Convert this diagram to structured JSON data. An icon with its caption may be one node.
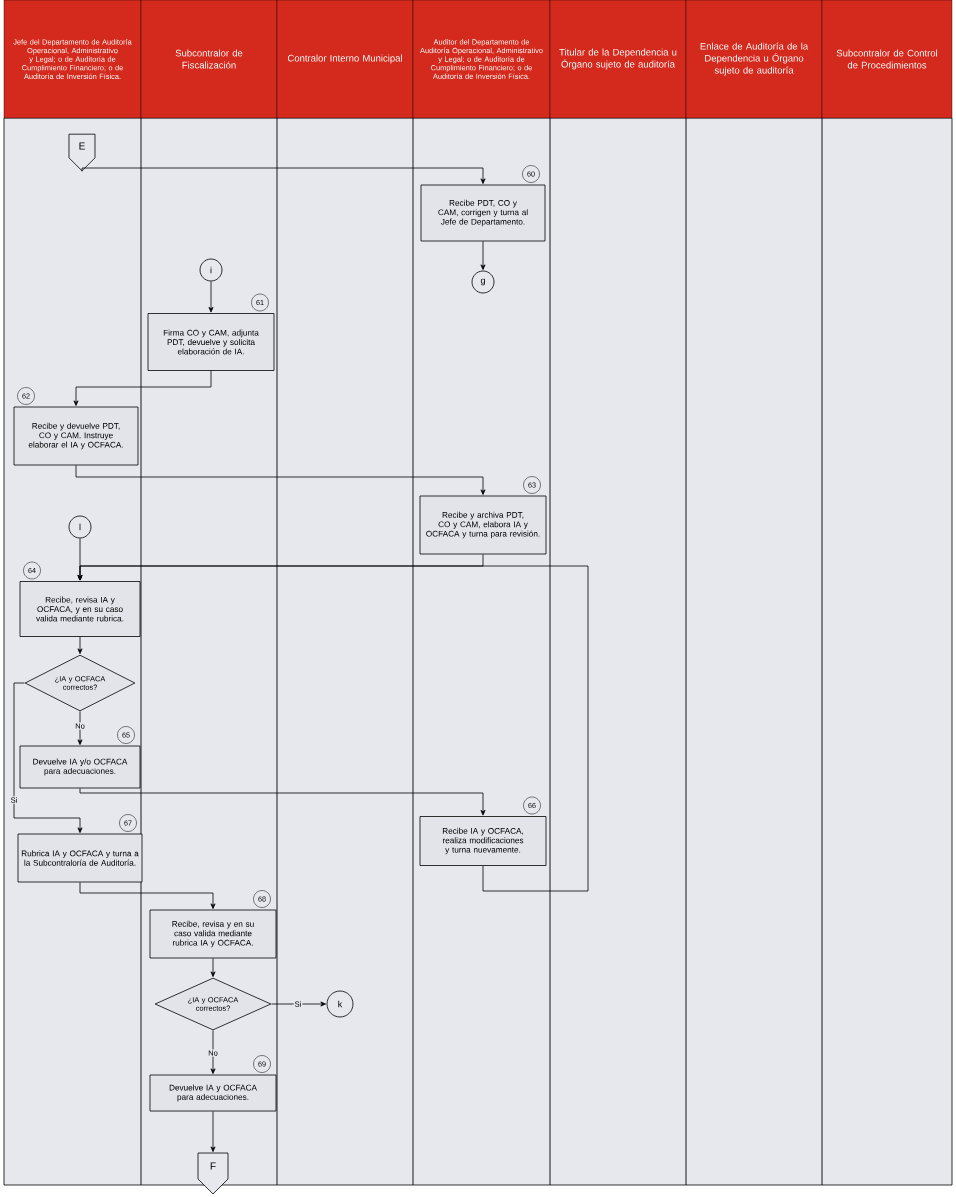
{
  "diagram": {
    "nodes": [
      {
        "text": [
          "Jefe del Departamento de Auditoría Operacional, Administrativo y Legal; o de Auditoría de Cumplimiento Financiero; o de Auditoría de Inversión Física."
        ]
      },
      {
        "text": [
          "Subcontralor de Fiscalización"
        ]
      },
      {
        "text": [
          "Contralor Interno Municipal"
        ]
      },
      {
        "text": [
          "Auditor del Departamento de Auditoría Operacional, Administrativo y Legal; o de Auditoría de Cumplimiento Financiero; o de Auditoría de Inversión Física."
        ]
      },
      {
        "text": [
          "Titular de la Dependencia u Órgano sujeto de auditoría"
        ]
      },
      {
        "text": [
          "Enlace de Auditoría de la Dependencia u Órgano sujeto de auditoría"
        ]
      },
      {
        "text": [
          "Subcontralor de Control de Procedimientos"
        ]
      },
      {
        "text": [
          "E"
        ]
      },
      {
        "text": [
          "Recibe PDT, CO y CAM, corrigen y turna al Jefe de Departamento."
        ],
        "beside": [
          "60"
        ]
      },
      {
        "text": [
          "g"
        ]
      },
      {
        "text": [
          "i"
        ]
      },
      {
        "text": [
          "Firma CO y CAM, adjunta PDT, devuelve y solicita elaboración de IA."
        ],
        "beside": [
          "61"
        ]
      },
      {
        "text": [
          "Recibe y devuelve PDT, CO y CAM. Instruye elaborar el IA y OCFACA."
        ],
        "beside": [
          "62"
        ]
      },
      {
        "text": [
          "Recibe y archiva PDT, CO y CAM, elabora IA y OCFACA y turna para revisión."
        ],
        "beside": [
          "63"
        ]
      },
      {
        "text": [
          "l"
        ]
      },
      {
        "text": [
          "Recibe, revisa IA y OCFACA, y en su caso valida mediante rubrica."
        ],
        "beside": [
          "64"
        ]
      },
      {
        "text": [
          "¿IA y OCFACA correctos?"
        ]
      },
      {
        "text": [
          "Devuelve IA y/o OCFACA para adecuaciones."
        ],
        "beside": [
          "65"
        ]
      },
      {
        "text": [
          "Recibe IA y OCFACA, realiza modificaciones y turna nuevamente."
        ],
        "beside": [
          "66"
        ]
      },
      {
        "text": [
          "Rubrica IA y OCFACA y turna a la Subcontraloría de Auditoría."
        ],
        "beside": [
          "67"
        ]
      },
      {
        "text": [
          "Recibe, revisa y en su caso valida mediante rubrica IA y OCFACA."
        ],
        "beside": [
          "68"
        ]
      },
      {
        "text": [
          "¿IA y OCFACA correctos?"
        ]
      },
      {
        "text": [
          "k"
        ]
      },
      {
        "text": [
          "Devuelve IA y OCFACA para adecuaciones."
        ],
        "beside": [
          "69"
        ]
      },
      {
        "text": [
          "F"
        ]
      }
    ],
    "edges": [
      {
        "from": 7,
        "to": 8,
        "arrow": "to"
      },
      {
        "from": 8,
        "to": 9,
        "arrow": "to"
      },
      {
        "from": 10,
        "to": 11,
        "arrow": "to"
      },
      {
        "from": 11,
        "to": 12,
        "arrow": "to"
      },
      {
        "from": 12,
        "to": 13,
        "arrow": "to"
      },
      {
        "from": 13,
        "to": 15,
        "arrow": "to"
      },
      {
        "from": 14,
        "to": 15,
        "arrow": "to"
      },
      {
        "from": 18,
        "to": 15,
        "arrow": "to"
      },
      {
        "from": 15,
        "to": 16,
        "arrow": "to"
      },
      {
        "from": 16,
        "to": 17,
        "arrow": "to",
        "label": "No"
      },
      {
        "from": 16,
        "to": 19,
        "arrow": "to",
        "label": "Si"
      },
      {
        "from": 17,
        "to": 18,
        "arrow": "to"
      },
      {
        "from": 19,
        "to": 20,
        "arrow": "to"
      },
      {
        "from": 20,
        "to": 21,
        "arrow": "to"
      },
      {
        "from": 21,
        "to": 22,
        "arrow": "to",
        "label": "Si"
      },
      {
        "from": 21,
        "to": 23,
        "arrow": "to",
        "label": "No"
      },
      {
        "from": 23,
        "to": 24,
        "arrow": "to"
      }
    ]
  }
}
